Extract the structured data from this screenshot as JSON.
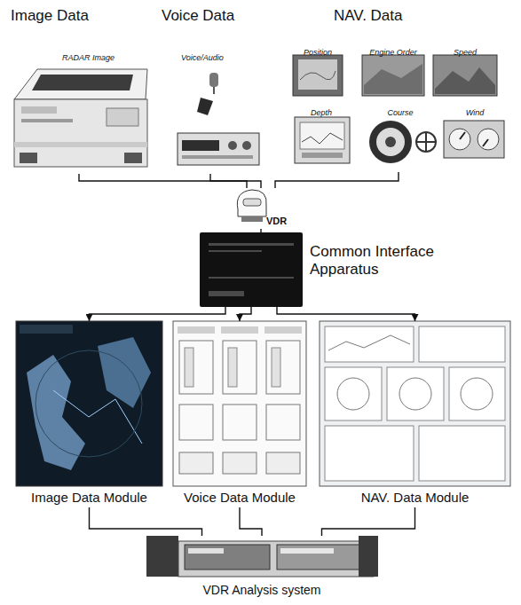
{
  "diagram": {
    "nodes": [
      {
        "text": [
          "Image Data",
          "RADAR Image"
        ]
      },
      {
        "text": [
          "Voice Data",
          "Voice/Audio"
        ]
      },
      {
        "text": [
          "NAV. Data"
        ]
      },
      {
        "text": [
          "Position"
        ],
        "in": 2
      },
      {
        "text": [
          "Engine Order"
        ],
        "in": 2
      },
      {
        "text": [
          "Speed"
        ],
        "in": 2
      },
      {
        "text": [
          "Depth"
        ],
        "in": 2
      },
      {
        "text": [
          "Course"
        ],
        "in": 2
      },
      {
        "text": [
          "Wind"
        ],
        "in": 2
      },
      {
        "text": [
          "VDR"
        ]
      },
      {
        "text": [
          "Common Interface Apparatus"
        ]
      },
      {
        "text": [
          "Image Data Module"
        ]
      },
      {
        "text": [
          "Voice Data Module"
        ]
      },
      {
        "text": [
          "NAV. Data Module"
        ]
      },
      {
        "text": [
          "VDR Analysis system"
        ]
      }
    ],
    "edges": [
      {
        "from": 0,
        "to": 9,
        "arrow": "none"
      },
      {
        "from": 1,
        "to": 9,
        "arrow": "none"
      },
      {
        "from": 2,
        "to": 9,
        "arrow": "none"
      },
      {
        "from": 9,
        "to": 10,
        "arrow": "none"
      },
      {
        "from": 10,
        "to": 11,
        "arrow": "to"
      },
      {
        "from": 10,
        "to": 12,
        "arrow": "to"
      },
      {
        "from": 10,
        "to": 13,
        "arrow": "to"
      },
      {
        "from": 11,
        "to": 14,
        "arrow": "none"
      },
      {
        "from": 12,
        "to": 14,
        "arrow": "none"
      },
      {
        "from": 13,
        "to": 14,
        "arrow": "none"
      }
    ]
  }
}
